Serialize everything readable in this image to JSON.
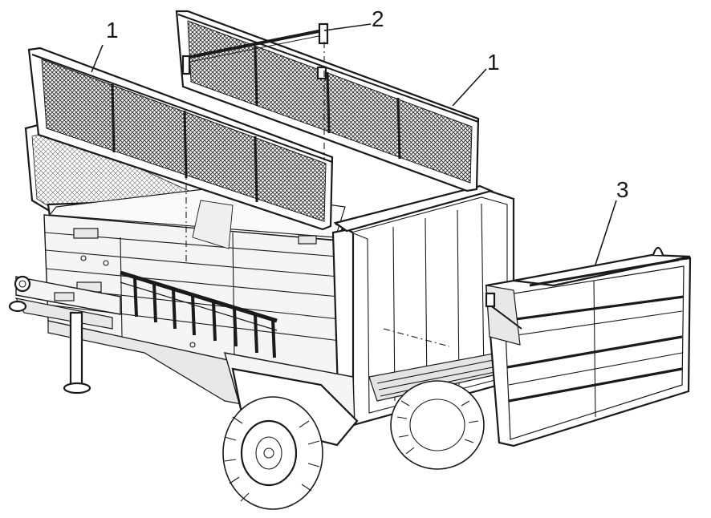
{
  "callouts": [
    {
      "label": "1"
    },
    {
      "label": "2"
    },
    {
      "label": "1"
    },
    {
      "label": "3"
    }
  ],
  "colors": {
    "line": "#1a1a1a",
    "background": "#ffffff",
    "mesh": "#2a2a2a"
  }
}
